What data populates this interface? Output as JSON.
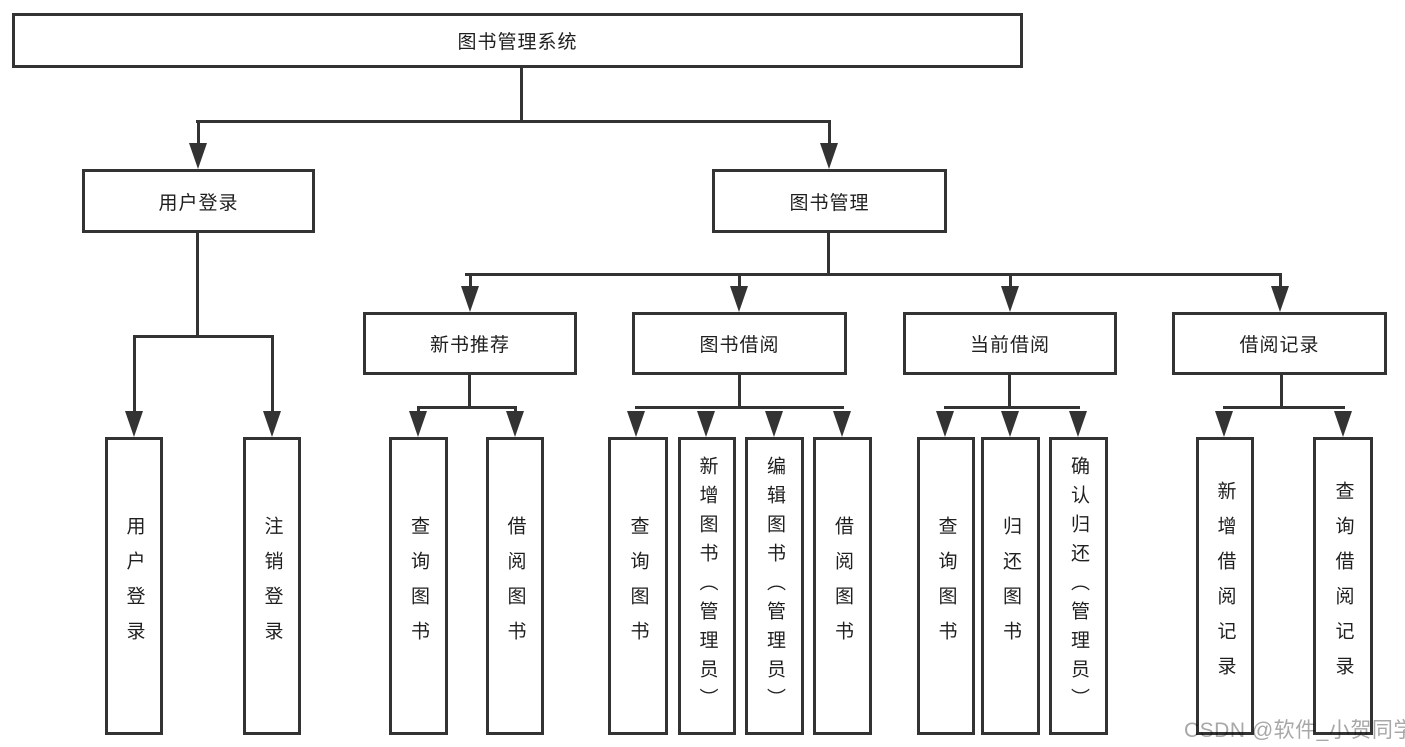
{
  "tree": {
    "label": "图书管理系统",
    "children": [
      {
        "label": "用户登录",
        "children": [
          {
            "label": "用户登录"
          },
          {
            "label": "注销登录"
          }
        ]
      },
      {
        "label": "图书管理",
        "children": [
          {
            "label": "新书推荐",
            "children": [
              {
                "label": "查询图书"
              },
              {
                "label": "借阅图书"
              }
            ]
          },
          {
            "label": "图书借阅",
            "children": [
              {
                "label": "查询图书"
              },
              {
                "label": "新增图书（管理员）"
              },
              {
                "label": "编辑图书（管理员）"
              },
              {
                "label": "借阅图书"
              }
            ]
          },
          {
            "label": "当前借阅",
            "children": [
              {
                "label": "查询图书"
              },
              {
                "label": "归还图书"
              },
              {
                "label": "确认归还（管理员）"
              }
            ]
          },
          {
            "label": "借阅记录",
            "children": [
              {
                "label": "新增借阅记录"
              },
              {
                "label": "查询借阅记录"
              }
            ]
          }
        ]
      }
    ]
  },
  "watermark": "CSDN @软件_小贺同学",
  "colors": {
    "line": "#333333",
    "text": "#1f1f1f",
    "watermark": "#a8a8a8",
    "background": "#ffffff"
  }
}
